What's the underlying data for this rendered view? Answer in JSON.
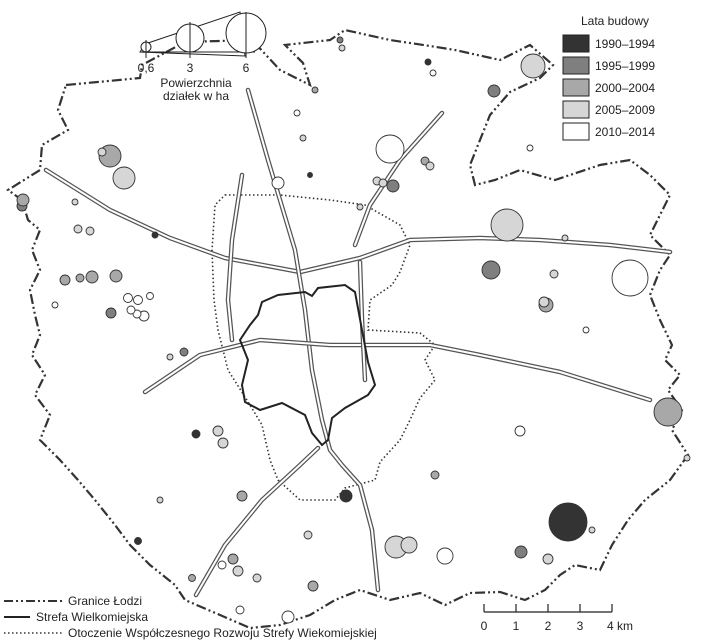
{
  "legend_colors": {
    "title": "Lata budowy",
    "classes": [
      {
        "label": "1990–1994",
        "color": "#333333"
      },
      {
        "label": "1995–1999",
        "color": "#7f7f7f"
      },
      {
        "label": "2000–2004",
        "color": "#a8a8a8"
      },
      {
        "label": "2005–2009",
        "color": "#d6d6d6"
      },
      {
        "label": "2010–2014",
        "color": "#ffffff"
      }
    ]
  },
  "legend_size": {
    "title_line1": "Powierzchnia",
    "title_line2": "działek w ha",
    "values": [
      {
        "label": "0,6",
        "ha": 0.6
      },
      {
        "label": "3",
        "ha": 3
      },
      {
        "label": "6",
        "ha": 6
      }
    ]
  },
  "legend_lines": [
    {
      "label": "Granice Łodzi",
      "style": "dashdot"
    },
    {
      "label": "Strefa Wielkomiejska",
      "style": "solid"
    },
    {
      "label": "Otoczenie Współczesnego Rozwoju Strefy Wiekomiejskiej",
      "style": "dotted"
    }
  ],
  "scale_bar": {
    "ticks": [
      "0",
      "1",
      "2",
      "3",
      "4 km"
    ]
  }
}
